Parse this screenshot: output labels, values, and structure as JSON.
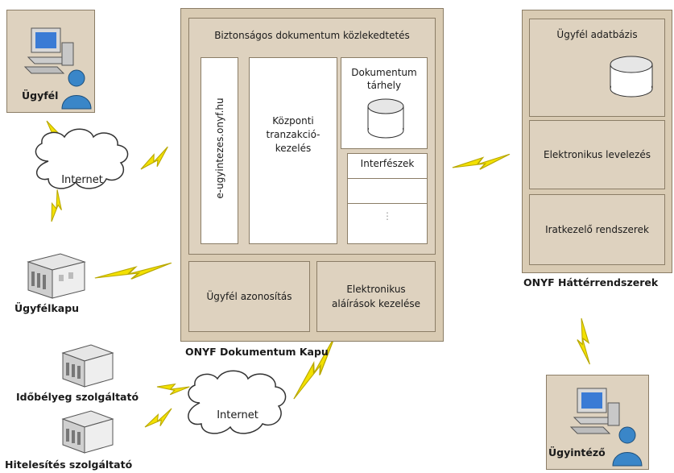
{
  "client": {
    "label": "Ügyfél"
  },
  "internet_top": {
    "label": "Internet"
  },
  "ugyfelkapu": {
    "label": "Ügyfélkapu"
  },
  "timestamp_provider": {
    "label": "Időbélyeg szolgáltató"
  },
  "cert_provider": {
    "label": "Hitelesítés szolgáltató"
  },
  "internet_bottom": {
    "label": "Internet"
  },
  "gateway": {
    "caption": "ONYF Dokumentum Kapu",
    "secure_title": "Biztonságos dokumentum közlekedtetés",
    "domain_label": "e-ugyintezes.onyf.hu",
    "central_label": "Központi tranzakció-kezelés",
    "storage_label": "Dokumentum tárhely",
    "interfaces_label": "Interfészek",
    "interfaces_more": "⋮",
    "client_auth": "Ügyfél azonosítás",
    "esign": "Elektronikus aláírások kezelése"
  },
  "backend": {
    "caption": "ONYF Háttérrendszerek",
    "client_db": "Ügyfél adatbázis",
    "email": "Elektronikus levelezés",
    "docmgmt": "Iratkezelő rendszerek"
  },
  "admin": {
    "label": "Ügyintéző"
  },
  "colors": {
    "tan": "#d9cbb3",
    "panel": "#ded2bf",
    "lightning": "#f3e100",
    "person": "#3a86c8"
  }
}
